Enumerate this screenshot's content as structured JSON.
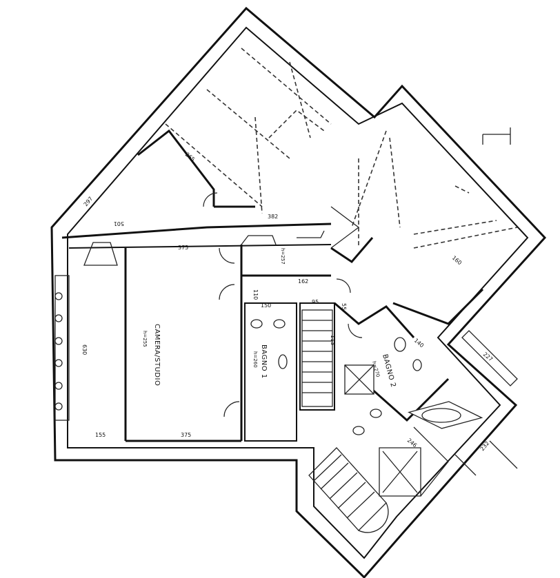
{
  "rooms": {
    "camera_studio": {
      "name": "CAMERA/STUDIO",
      "height": "h=255"
    },
    "bagno1": {
      "name": "BAGNO 1",
      "height": "h=260"
    },
    "bagno2": {
      "name": "BAGNO 2",
      "height": "h=270"
    },
    "upper": {
      "height": "h=257"
    }
  },
  "dimensions": {
    "d375_top": "375",
    "d375_bottom": "375",
    "d382": "382",
    "d501": "501",
    "d297": "297",
    "d265": "265",
    "d246": "246",
    "d227": "227",
    "d232": "232",
    "d140": "140",
    "d162": "162",
    "d110": "110",
    "d150": "150",
    "d95": "95",
    "d55": "55",
    "d113": "113",
    "d630": "630",
    "d155": "155",
    "d160": "160"
  }
}
